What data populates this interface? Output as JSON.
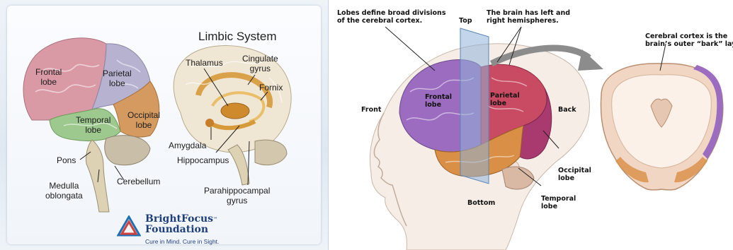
{
  "left_panel": {
    "limbic_title": "Limbic System",
    "lobes": {
      "frontal": "Frontal\nlobe",
      "parietal": "Parietal\nlobe",
      "temporal": "Temporal\nlobe",
      "occipital": "Occipital\nlobe"
    },
    "structures": {
      "pons": "Pons",
      "medulla": "Medulla\noblongata",
      "cerebellum": "Cerebellum",
      "thalamus": "Thalamus",
      "cingulate": "Cingulate\ngyrus",
      "fornix": "Fornix",
      "amygdala": "Amygdala",
      "hippocampus": "Hippocampus",
      "parahippocampal": "Parahippocampal\ngyrus"
    },
    "logo": {
      "name_line1": "BrightFocus",
      "trademark": "™",
      "name_line2": "Foundation",
      "tagline": "Cure in Mind. Cure in Sight."
    }
  },
  "right_panel": {
    "caption_lobes": "Lobes define broad divisions\nof the cerebral cortex.",
    "caption_hemispheres": "The brain has left and\nright hemispheres.",
    "caption_cortex": "Cerebral cortex is the\nbrain’s outer “bark” layer.",
    "directions": {
      "top": "Top",
      "bottom": "Bottom",
      "front": "Front",
      "back": "Back"
    },
    "lobes": {
      "frontal": "Frontal\nlobe",
      "parietal": "Parietal\nlobe",
      "occipital": "Occipital\nlobe",
      "temporal": "Temporal\nlobe"
    }
  },
  "colors": {
    "frontal": "#d99aa6",
    "parietal": "#b7b2cf",
    "temporal": "#9ec98e",
    "occipital": "#d59a5f",
    "cortex_purple": "#9b6cc0",
    "parietal_red": "#c84b63",
    "temporal_orange": "#d98f45",
    "logo_blue": "#1f3f7a"
  }
}
